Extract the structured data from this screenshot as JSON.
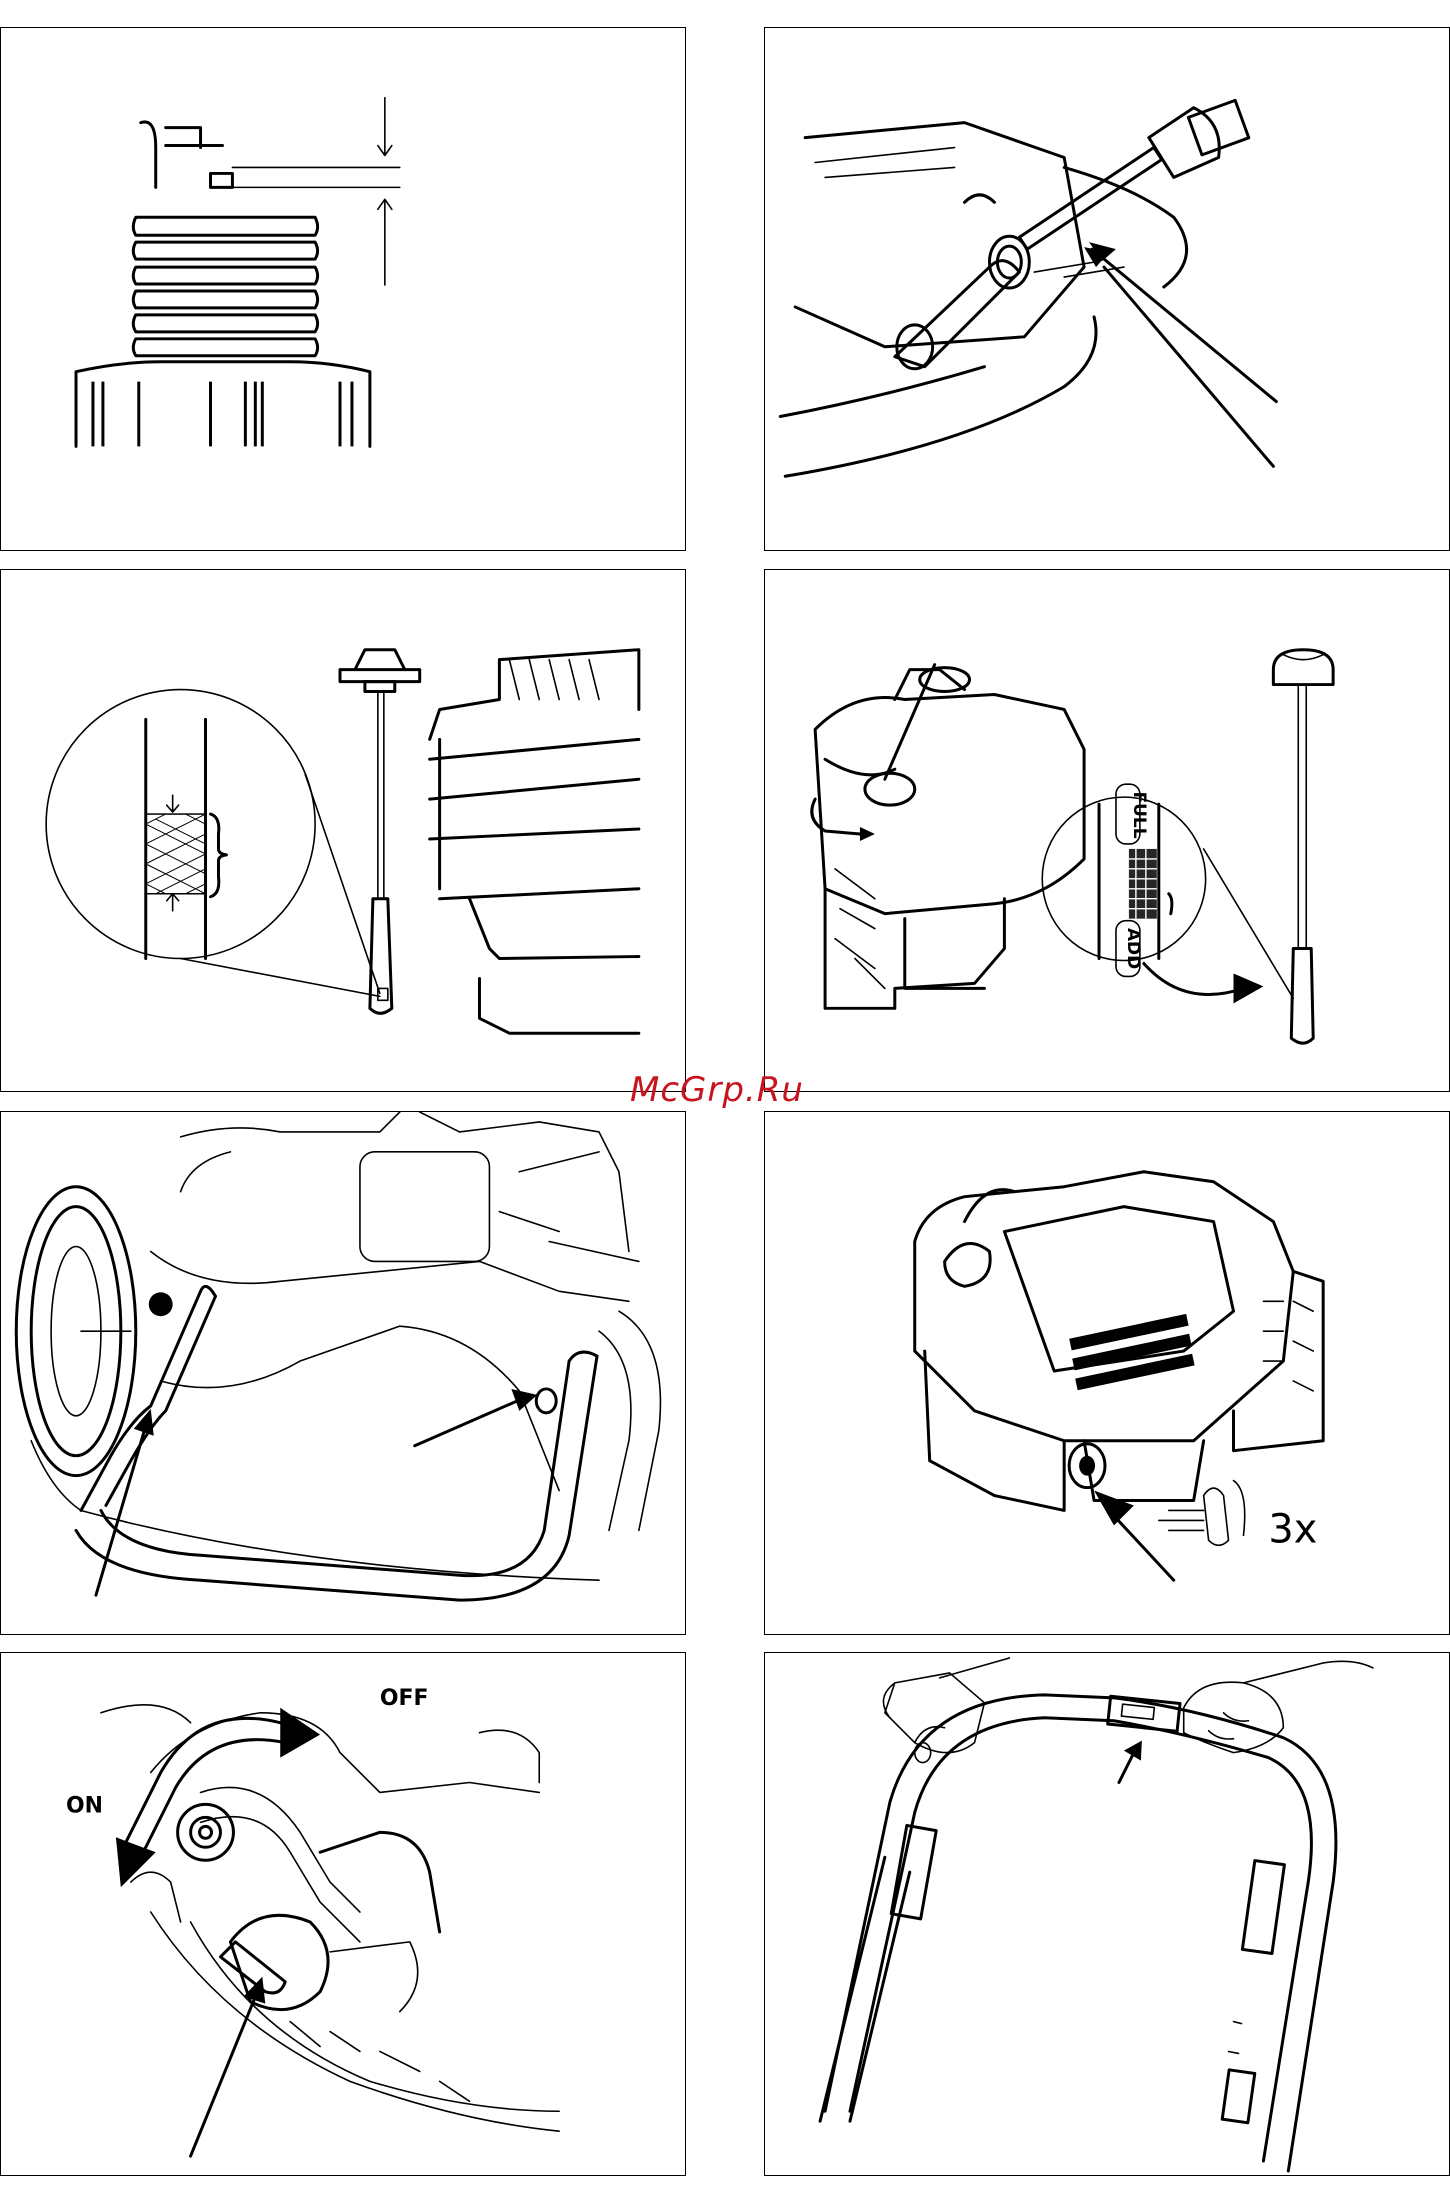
{
  "watermark": "McGrp.Ru",
  "panels": {
    "p6": {
      "label": "3x"
    },
    "p7": {
      "on_label": "ON",
      "off_label": "OFF"
    },
    "p4": {
      "add_label": "ADD",
      "full_label": "FULL"
    }
  }
}
